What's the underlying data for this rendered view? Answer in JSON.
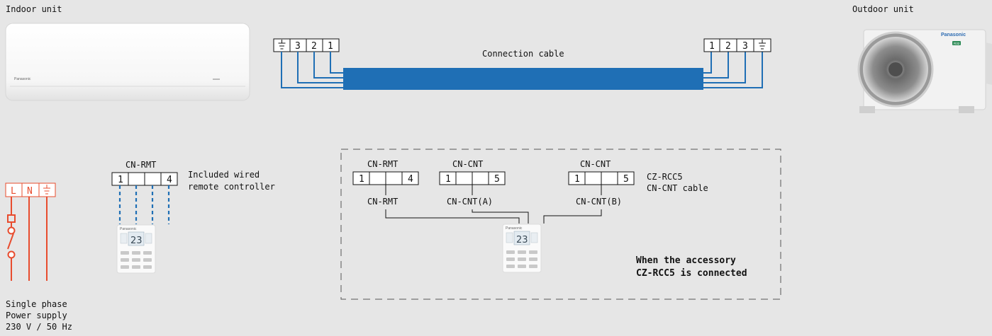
{
  "indoor": {
    "label": "Indoor unit",
    "brand": "Panasonic"
  },
  "outdoor": {
    "label": "Outdoor unit",
    "brand": "Panasonic",
    "badge": "R32"
  },
  "connection_cable": {
    "label": "Connection cable",
    "indoor_terminals": [
      "3",
      "2",
      "1"
    ],
    "outdoor_terminals": [
      "1",
      "2",
      "3"
    ],
    "color": "#1f6fb5"
  },
  "power": {
    "terminals": [
      "L",
      "N"
    ],
    "line1": "Single phase",
    "line2": "Power supply",
    "line3": "230 V / 50 Hz",
    "color": "#e84c2e"
  },
  "remote": {
    "connector": "CN-RMT",
    "first": "1",
    "last": "4",
    "label1": "Included wired",
    "label2": "remote controller",
    "display_value": "23"
  },
  "accessory": {
    "rmt": {
      "title": "CN-RMT",
      "first": "1",
      "last": "4",
      "below": "CN-RMT"
    },
    "cnt_a": {
      "title": "CN-CNT",
      "first": "1",
      "last": "5",
      "below": "CN-CNT(A)"
    },
    "cnt_b": {
      "title": "CN-CNT",
      "first": "1",
      "last": "5",
      "below": "CN-CNT(B)"
    },
    "cable_label1": "CZ-RCC5",
    "cable_label2": "CN-CNT cable",
    "note1": "When the accessory",
    "note2": "CZ-RCC5 is connected",
    "display_value": "23"
  }
}
